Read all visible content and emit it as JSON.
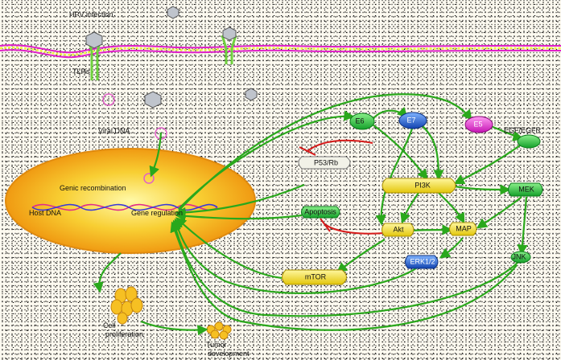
{
  "labels": {
    "hpv_infection": "HPV infection",
    "tlrs": "TLRs",
    "viral_dna": "Viral DNA",
    "genic_recombination": "Genic recombination",
    "host_dna": "Host DNA",
    "gene_regulation": "Gene regulation",
    "cell_proliferation_1": "Cell",
    "cell_proliferation_2": "proliferation",
    "tumor_development_1": "Tumor",
    "tumor_development_2": "development"
  },
  "nodes": {
    "e6": "E6",
    "e7": "E7",
    "e5": "E5",
    "egf_egfr": "EGF/EGFR",
    "p53_rb": "P53/Rb",
    "pi3k": "PI3K",
    "mek": "MEK",
    "apoptosis": "Apoptosis",
    "akt": "Akt",
    "map": "MAP",
    "erk": "ERK1/2",
    "jnk": "JNK",
    "mtor": "mTOR"
  },
  "colors": {
    "arrow": "#2aa81c",
    "inhibit": "#d61a1a",
    "membrane_a": "#e020c8",
    "membrane_b": "#f0f040",
    "nucleus": "#f7a51a",
    "yellow_node": "#f3e11a",
    "green_node": "#23c23c",
    "blue_node": "#1c5fd6",
    "magenta_node": "#ea2dd8"
  }
}
